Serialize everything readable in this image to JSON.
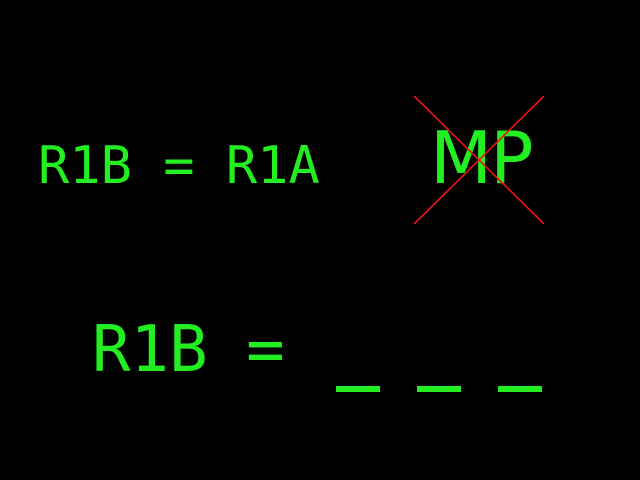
{
  "equation_top": {
    "text": "R1B = R1A",
    "struck_label": "MP"
  },
  "equation_bottom": {
    "text": "R1B =",
    "blank_count": 3
  },
  "colors": {
    "background": "#000000",
    "text": "#22ee22",
    "strike": "#ee1111"
  }
}
